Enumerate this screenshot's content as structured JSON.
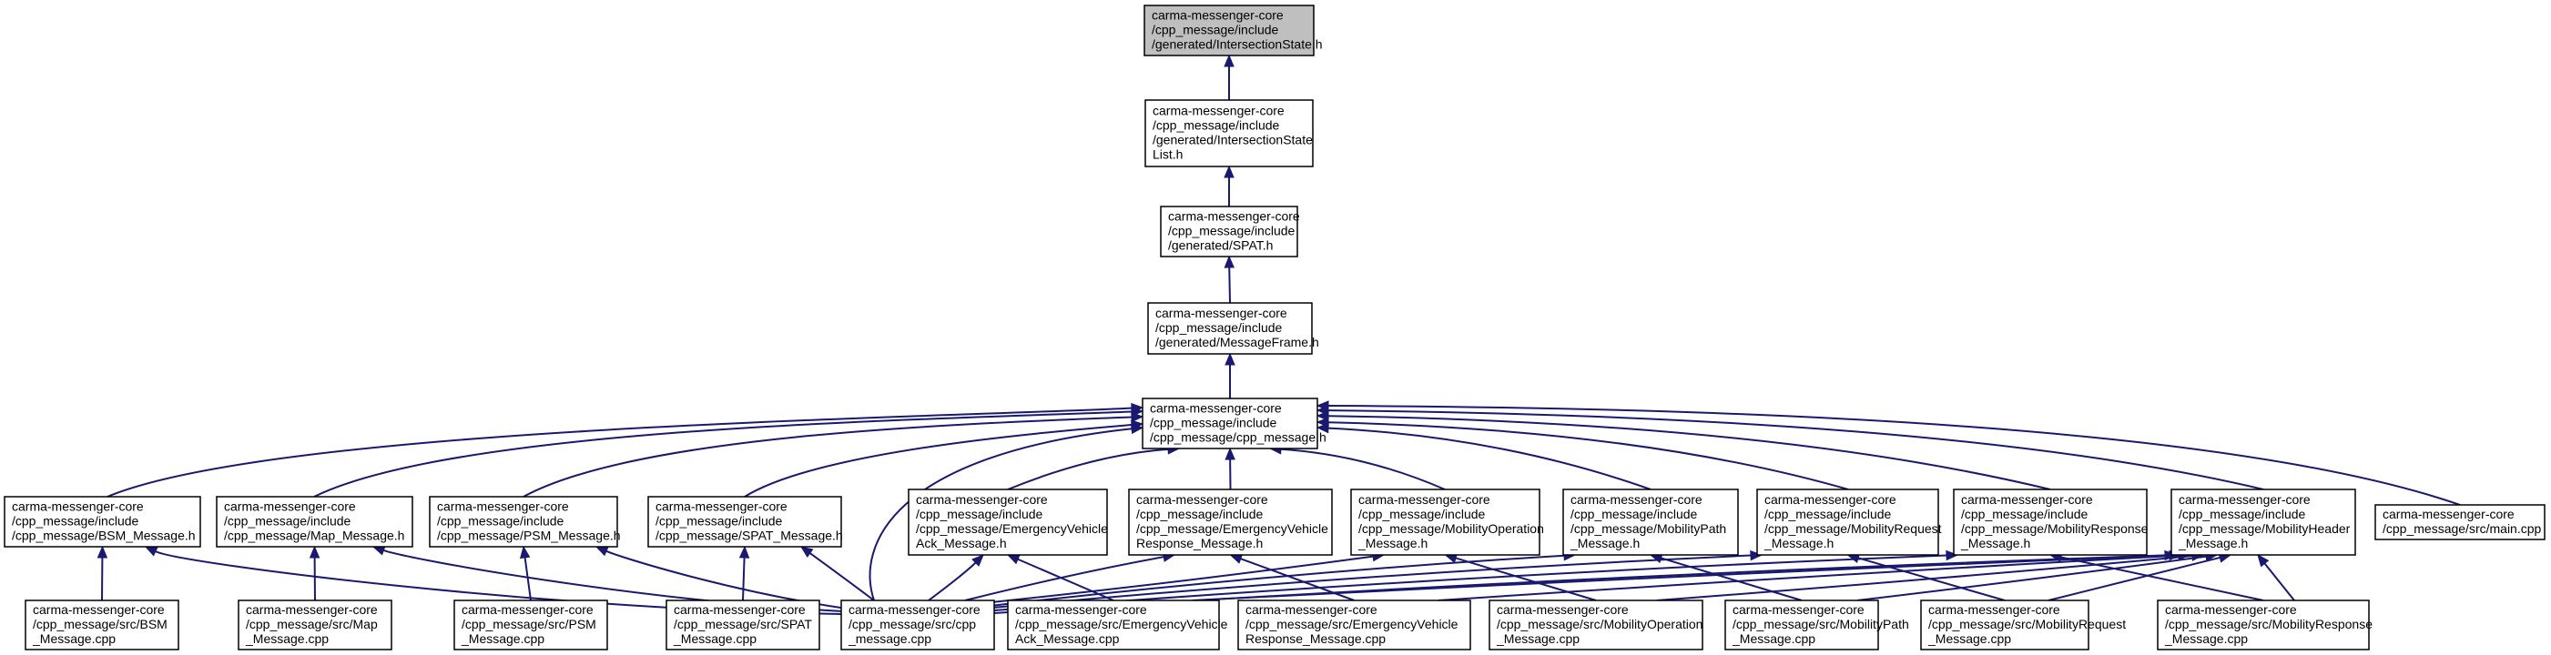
{
  "colors": {
    "edge": "#191970",
    "root_fill": "#bfbfbf",
    "node_fill": "#ffffff",
    "node_border": "#000000"
  },
  "nodes": {
    "intersection_state": [
      "carma-messenger-core",
      "/cpp_message/include",
      "/generated/IntersectionState.h"
    ],
    "intersection_state_list": [
      "carma-messenger-core",
      "/cpp_message/include",
      "/generated/IntersectionState",
      "List.h"
    ],
    "spat": [
      "carma-messenger-core",
      "/cpp_message/include",
      "/generated/SPAT.h"
    ],
    "message_frame": [
      "carma-messenger-core",
      "/cpp_message/include",
      "/generated/MessageFrame.h"
    ],
    "cpp_message_h": [
      "carma-messenger-core",
      "/cpp_message/include",
      "/cpp_message/cpp_message.h"
    ],
    "bsm_h": [
      "carma-messenger-core",
      "/cpp_message/include",
      "/cpp_message/BSM_Message.h"
    ],
    "map_h": [
      "carma-messenger-core",
      "/cpp_message/include",
      "/cpp_message/Map_Message.h"
    ],
    "psm_h": [
      "carma-messenger-core",
      "/cpp_message/include",
      "/cpp_message/PSM_Message.h"
    ],
    "spat_h": [
      "carma-messenger-core",
      "/cpp_message/include",
      "/cpp_message/SPAT_Message.h"
    ],
    "eva_h": [
      "carma-messenger-core",
      "/cpp_message/include",
      "/cpp_message/EmergencyVehicle",
      "Ack_Message.h"
    ],
    "evr_h": [
      "carma-messenger-core",
      "/cpp_message/include",
      "/cpp_message/EmergencyVehicle",
      "Response_Message.h"
    ],
    "mop_h": [
      "carma-messenger-core",
      "/cpp_message/include",
      "/cpp_message/MobilityOperation",
      "_Message.h"
    ],
    "mpath_h": [
      "carma-messenger-core",
      "/cpp_message/include",
      "/cpp_message/MobilityPath",
      "_Message.h"
    ],
    "mreq_h": [
      "carma-messenger-core",
      "/cpp_message/include",
      "/cpp_message/MobilityRequest",
      "_Message.h"
    ],
    "mresp_h": [
      "carma-messenger-core",
      "/cpp_message/include",
      "/cpp_message/MobilityResponse",
      "_Message.h"
    ],
    "mhead_h": [
      "carma-messenger-core",
      "/cpp_message/include",
      "/cpp_message/MobilityHeader",
      "_Message.h"
    ],
    "main_cpp": [
      "carma-messenger-core",
      "/cpp_message/src/main.cpp"
    ],
    "bsm_cpp": [
      "carma-messenger-core",
      "/cpp_message/src/BSM",
      "_Message.cpp"
    ],
    "map_cpp": [
      "carma-messenger-core",
      "/cpp_message/src/Map",
      "_Message.cpp"
    ],
    "psm_cpp": [
      "carma-messenger-core",
      "/cpp_message/src/PSM",
      "_Message.cpp"
    ],
    "spat_cpp": [
      "carma-messenger-core",
      "/cpp_message/src/SPAT",
      "_Message.cpp"
    ],
    "cpp_message_cpp": [
      "carma-messenger-core",
      "/cpp_message/src/cpp",
      "_message.cpp"
    ],
    "eva_cpp": [
      "carma-messenger-core",
      "/cpp_message/src/EmergencyVehicle",
      "Ack_Message.cpp"
    ],
    "evr_cpp": [
      "carma-messenger-core",
      "/cpp_message/src/EmergencyVehicle",
      "Response_Message.cpp"
    ],
    "mop_cpp": [
      "carma-messenger-core",
      "/cpp_message/src/MobilityOperation",
      "_Message.cpp"
    ],
    "mpath_cpp": [
      "carma-messenger-core",
      "/cpp_message/src/MobilityPath",
      "_Message.cpp"
    ],
    "mreq_cpp": [
      "carma-messenger-core",
      "/cpp_message/src/MobilityRequest",
      "_Message.cpp"
    ],
    "mresp_cpp": [
      "carma-messenger-core",
      "/cpp_message/src/MobilityResponse",
      "_Message.cpp"
    ]
  },
  "edges": [
    {
      "from": "intersection_state_list",
      "to": "intersection_state"
    },
    {
      "from": "spat",
      "to": "intersection_state_list"
    },
    {
      "from": "message_frame",
      "to": "spat"
    },
    {
      "from": "cpp_message_h",
      "to": "message_frame"
    },
    {
      "from": "bsm_h",
      "to": "cpp_message_h"
    },
    {
      "from": "map_h",
      "to": "cpp_message_h"
    },
    {
      "from": "psm_h",
      "to": "cpp_message_h"
    },
    {
      "from": "spat_h",
      "to": "cpp_message_h"
    },
    {
      "from": "eva_h",
      "to": "cpp_message_h"
    },
    {
      "from": "evr_h",
      "to": "cpp_message_h"
    },
    {
      "from": "mop_h",
      "to": "cpp_message_h"
    },
    {
      "from": "mpath_h",
      "to": "cpp_message_h"
    },
    {
      "from": "mreq_h",
      "to": "cpp_message_h"
    },
    {
      "from": "mresp_h",
      "to": "cpp_message_h"
    },
    {
      "from": "mhead_h",
      "to": "cpp_message_h"
    },
    {
      "from": "main_cpp",
      "to": "cpp_message_h"
    },
    {
      "from": "cpp_message_cpp",
      "to": "cpp_message_h"
    },
    {
      "from": "bsm_cpp",
      "to": "bsm_h"
    },
    {
      "from": "cpp_message_cpp",
      "to": "bsm_h"
    },
    {
      "from": "map_cpp",
      "to": "map_h"
    },
    {
      "from": "cpp_message_cpp",
      "to": "map_h"
    },
    {
      "from": "psm_cpp",
      "to": "psm_h"
    },
    {
      "from": "cpp_message_cpp",
      "to": "psm_h"
    },
    {
      "from": "spat_cpp",
      "to": "spat_h"
    },
    {
      "from": "cpp_message_cpp",
      "to": "spat_h"
    },
    {
      "from": "cpp_message_cpp",
      "to": "eva_h"
    },
    {
      "from": "eva_cpp",
      "to": "eva_h"
    },
    {
      "from": "cpp_message_cpp",
      "to": "evr_h"
    },
    {
      "from": "evr_cpp",
      "to": "evr_h"
    },
    {
      "from": "cpp_message_cpp",
      "to": "mop_h"
    },
    {
      "from": "mop_cpp",
      "to": "mop_h"
    },
    {
      "from": "cpp_message_cpp",
      "to": "mpath_h"
    },
    {
      "from": "mpath_cpp",
      "to": "mpath_h"
    },
    {
      "from": "cpp_message_cpp",
      "to": "mreq_h"
    },
    {
      "from": "mreq_cpp",
      "to": "mreq_h"
    },
    {
      "from": "cpp_message_cpp",
      "to": "mresp_h"
    },
    {
      "from": "mresp_cpp",
      "to": "mresp_h"
    },
    {
      "from": "cpp_message_cpp",
      "to": "mhead_h"
    },
    {
      "from": "eva_cpp",
      "to": "mhead_h"
    },
    {
      "from": "evr_cpp",
      "to": "mhead_h"
    },
    {
      "from": "mop_cpp",
      "to": "mhead_h"
    },
    {
      "from": "mpath_cpp",
      "to": "mhead_h"
    },
    {
      "from": "mreq_cpp",
      "to": "mhead_h"
    },
    {
      "from": "mresp_cpp",
      "to": "mhead_h"
    }
  ]
}
